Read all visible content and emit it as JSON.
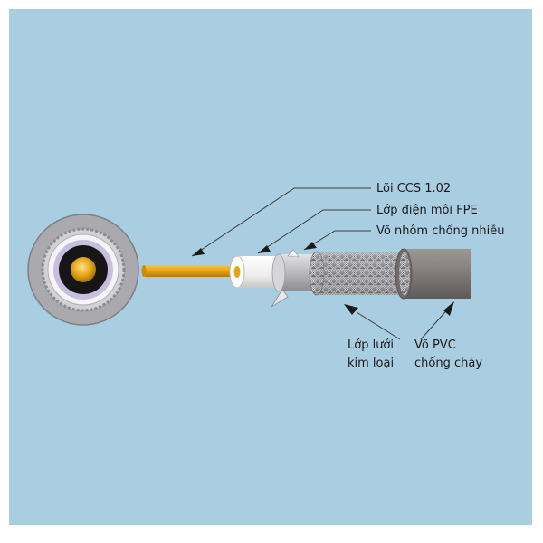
{
  "labels": {
    "core": "Lõi CCS 1.02",
    "dielectric": "Lớp điện môi FPE",
    "foil": "Võ nhôm chống nhiễu",
    "braid_line1": "Lớp lưới",
    "braid_line2": "kim loại",
    "jacket_line1": "Võ PVC",
    "jacket_line2": "chống cháy"
  },
  "colors": {
    "background": "#a9cde1",
    "core_copper": "#e3a515",
    "dielectric_white": "#f4f4f4",
    "foil_silver": "#c9c9cb",
    "braid_silver": "#8d8d90",
    "jacket_gray": "#7d7877",
    "cross_section_outer": "#a8a8ac"
  },
  "icons": [
    "arrow-icon"
  ]
}
